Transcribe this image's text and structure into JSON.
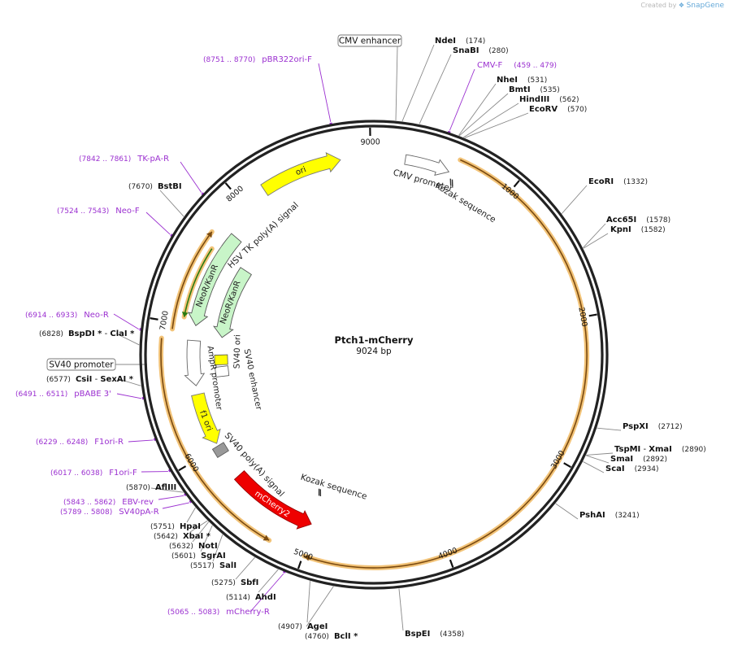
{
  "branding": {
    "created_by": "Created by",
    "app": "SnapGene"
  },
  "plasmid": {
    "name": "Ptch1-mCherry",
    "length_label": "9024 bp",
    "length": 9024
  },
  "colors": {
    "backbone": "#222222",
    "orf": "#7a4a10",
    "orf_glow": "#f0b860",
    "primer": "#9b30d0",
    "ori": "#ffff00",
    "promoter": "#ffffff",
    "resistance": "#c8f5c8",
    "mcherry": "#ee0000",
    "polyA": "#999999",
    "label": "#222222"
  },
  "tick_labels": [
    {
      "pos": 1000,
      "text": "1000"
    },
    {
      "pos": 2000,
      "text": "2000"
    },
    {
      "pos": 3000,
      "text": "3000"
    },
    {
      "pos": 4000,
      "text": "4000"
    },
    {
      "pos": 5000,
      "text": "5000"
    },
    {
      "pos": 6000,
      "text": "6000"
    },
    {
      "pos": 7000,
      "text": "7000"
    },
    {
      "pos": 8000,
      "text": "8000"
    },
    {
      "pos": 9000,
      "text": "9000"
    }
  ],
  "boxed_labels": [
    {
      "name": "cmv-enhancer-label",
      "text": "CMV enhancer",
      "bp": 100
    },
    {
      "name": "sv40-promoter-label",
      "text": "SV40 promoter",
      "bp": 6660
    }
  ],
  "enzymes": [
    {
      "name": "NdeI",
      "num": "(174)",
      "bp": 174
    },
    {
      "name": "SnaBI",
      "num": "(280)",
      "bp": 280
    },
    {
      "name": "NheI",
      "num": "(531)",
      "bp": 531
    },
    {
      "name": "BmtI",
      "num": "(535)",
      "bp": 535
    },
    {
      "name": "HindIII",
      "num": "(562)",
      "bp": 562
    },
    {
      "name": "EcoRV",
      "num": "(570)",
      "bp": 570
    },
    {
      "name": "EcoRI",
      "num": "(1332)",
      "bp": 1332
    },
    {
      "name": "Acc65I",
      "num": "(1578)",
      "bp": 1578
    },
    {
      "name": "KpnI",
      "num": "(1582)",
      "bp": 1582
    },
    {
      "name": "PspXI",
      "num": "(2712)",
      "bp": 2712
    },
    {
      "name": "TspMI",
      "sep": " - ",
      "name2": "XmaI",
      "num": "(2890)",
      "bp": 2890
    },
    {
      "name": "SmaI",
      "num": "(2892)",
      "bp": 2892
    },
    {
      "name": "ScaI",
      "num": "(2934)",
      "bp": 2934
    },
    {
      "name": "PshAI",
      "num": "(3241)",
      "bp": 3241
    },
    {
      "name": "BspEI",
      "num": "(4358)",
      "bp": 4358
    },
    {
      "name": "BclI *",
      "num": "(4760)",
      "bp": 4760
    },
    {
      "name": "AgeI",
      "num": "(4907)",
      "bp": 4907
    },
    {
      "name": "AhdI",
      "num": "(5114)",
      "bp": 5114
    },
    {
      "name": "SbfI",
      "num": "(5275)",
      "bp": 5275
    },
    {
      "name": "SalI",
      "num": "(5517)",
      "bp": 5517
    },
    {
      "name": "SgrAI",
      "num": "(5601)",
      "bp": 5601
    },
    {
      "name": "NotI",
      "num": "(5632)",
      "bp": 5632
    },
    {
      "name": "XbaI *",
      "num": "(5642)",
      "bp": 5642
    },
    {
      "name": "HpaI",
      "num": "(5751)",
      "bp": 5751
    },
    {
      "name": "AflIII",
      "num": "(5870)",
      "bp": 5870
    },
    {
      "name": "CsiI",
      "sep": " - ",
      "name2": "SexAI *",
      "num": "(6577)",
      "bp": 6577
    },
    {
      "name": "BspDI *",
      "sep": " - ",
      "name2": "ClaI *",
      "num": "(6828)",
      "bp": 6828
    },
    {
      "name": "BstBI",
      "num": "(7670)",
      "bp": 7670
    }
  ],
  "primers": [
    {
      "name": "pBR322ori-F",
      "range": "(8751 .. 8770)",
      "bp": 8760
    },
    {
      "name": "CMV-F",
      "range": "(459 .. 479)",
      "bp": 469
    },
    {
      "name": "TK-pA-R",
      "range": "(7842 .. 7861)",
      "bp": 7851
    },
    {
      "name": "Neo-F",
      "range": "(7524 .. 7543)",
      "bp": 7533
    },
    {
      "name": "Neo-R",
      "range": "(6914 .. 6933)",
      "bp": 6923
    },
    {
      "name": "pBABE 3'",
      "range": "(6491 .. 6511)",
      "bp": 6501
    },
    {
      "name": "F1ori-R",
      "range": "(6229 .. 6248)",
      "bp": 6238
    },
    {
      "name": "F1ori-F",
      "range": "(6017 .. 6038)",
      "bp": 6027
    },
    {
      "name": "EBV-rev",
      "range": "(5843 .. 5862)",
      "bp": 5852
    },
    {
      "name": "SV40pA-R",
      "range": "(5789 .. 5808)",
      "bp": 5798
    },
    {
      "name": "mCherry-R",
      "range": "(5065 .. 5083)",
      "bp": 5074
    }
  ],
  "features": [
    {
      "label": "CMV promoter",
      "start": 230,
      "end": 560,
      "type": "promoter"
    },
    {
      "label": "Kozak sequence",
      "start": 590,
      "end": 600,
      "type": "marker"
    },
    {
      "label": "ori",
      "start": 8180,
      "end": 8780,
      "type": "ori"
    },
    {
      "label": "HSV TK poly(A) signal",
      "start": 7700,
      "end": 7780,
      "type": "polyA"
    },
    {
      "label": "NeoR/KanR",
      "start": 7000,
      "end": 7780,
      "type": "resistance",
      "dir": -1
    },
    {
      "label": "NeoR/KanR",
      "start": 6930,
      "end": 7600,
      "type": "resistance",
      "dir": -1
    },
    {
      "label": "SV40 ori",
      "start": 6700,
      "end": 6780,
      "type": "ori"
    },
    {
      "label": "SV40 enhancer",
      "start": 6580,
      "end": 6690,
      "type": "promoter"
    },
    {
      "label": "AmpR promoter",
      "start": 6520,
      "end": 6880,
      "type": "promoter",
      "dir": -1
    },
    {
      "label": "f1 ori",
      "start": 6030,
      "end": 6450,
      "type": "ori",
      "dir": -1
    },
    {
      "label": "SV40 poly(A) signal",
      "start": 5920,
      "end": 6030,
      "type": "polyA"
    },
    {
      "label": "mCherry2",
      "start": 5020,
      "end": 5720,
      "type": "mcherry",
      "dir": -1
    },
    {
      "label": "Kozak sequence",
      "start": 5030,
      "end": 5040,
      "type": "marker"
    }
  ],
  "orfs": [
    {
      "start": 600,
      "end": 4990,
      "dir": 1
    },
    {
      "start": 5250,
      "end": 6880,
      "dir": -1
    },
    {
      "start": 6950,
      "end": 7700,
      "dir": 1
    },
    {
      "start": 7050,
      "end": 7600,
      "dir": -1
    }
  ]
}
